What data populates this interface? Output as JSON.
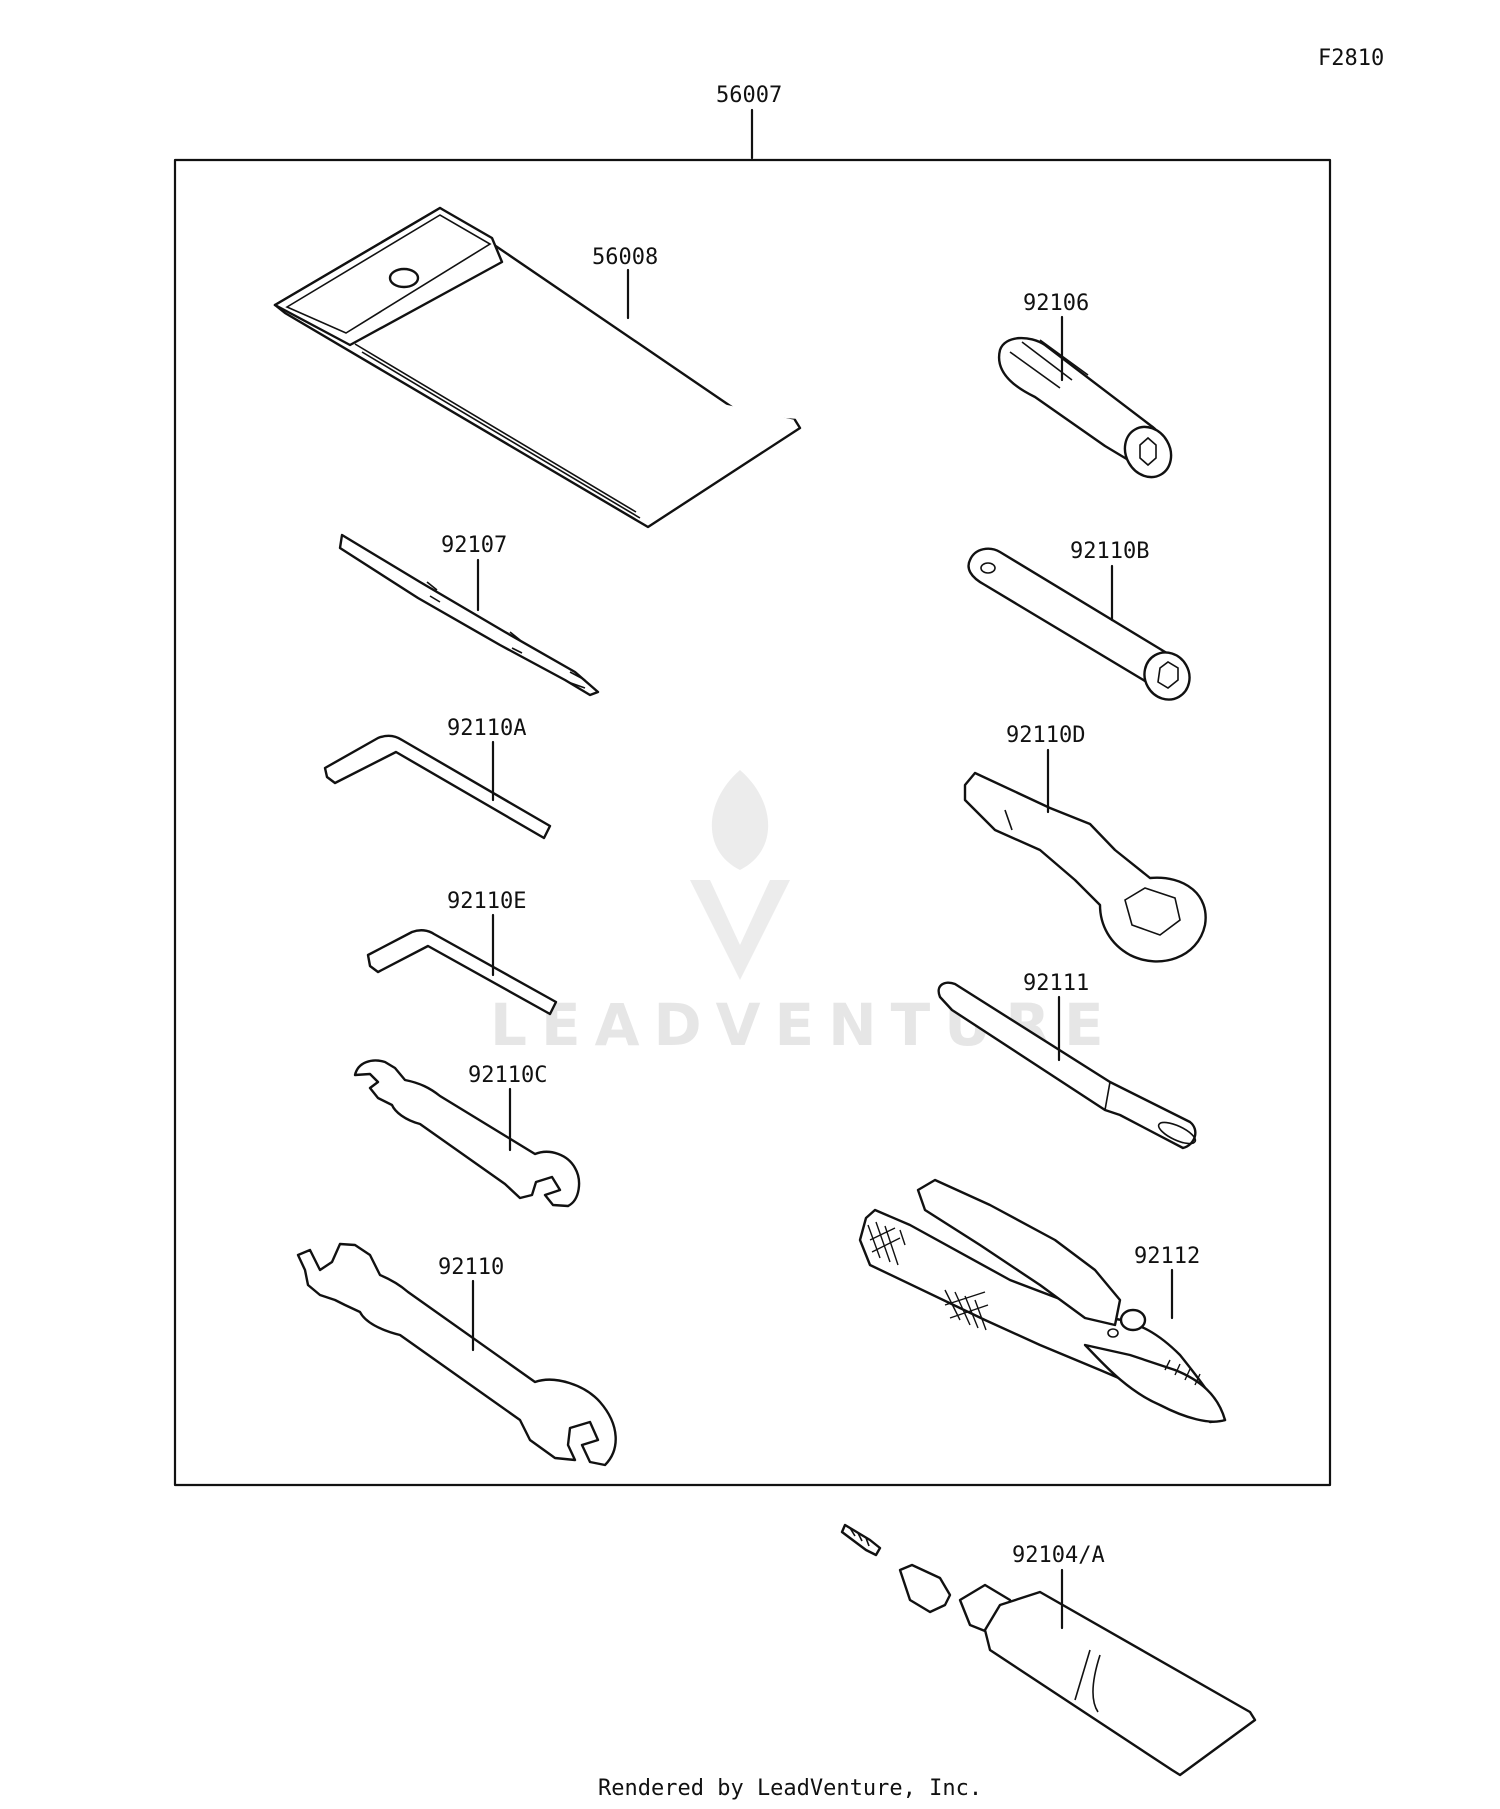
{
  "figure_code": "F2810",
  "kit_part": "56007",
  "parts": [
    {
      "id": "56008"
    },
    {
      "id": "92106"
    },
    {
      "id": "92107"
    },
    {
      "id": "92110B"
    },
    {
      "id": "92110A"
    },
    {
      "id": "92110D"
    },
    {
      "id": "92110E"
    },
    {
      "id": "92111"
    },
    {
      "id": "92110C"
    },
    {
      "id": "92112"
    },
    {
      "id": "92110"
    },
    {
      "id": "92104/A"
    }
  ],
  "watermark": "LEADVENTURE",
  "footer": "Rendered by LeadVenture, Inc."
}
